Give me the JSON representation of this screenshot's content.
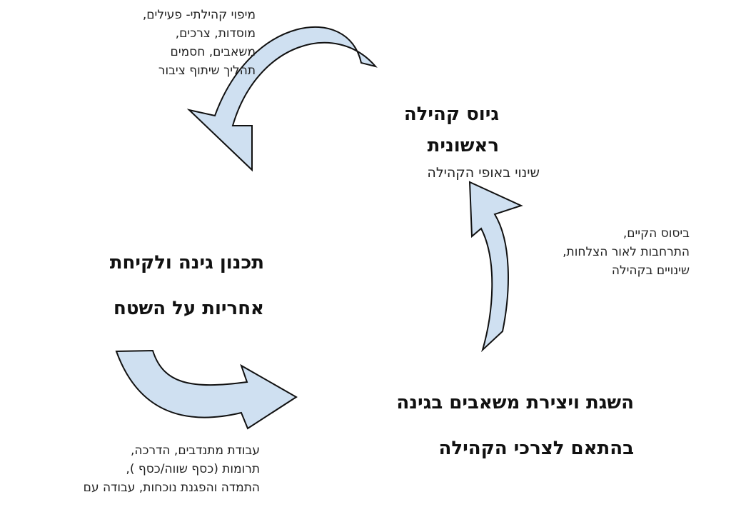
{
  "diagram": {
    "arrow_color": "#cfe0f1",
    "arrow_outline": "#111111",
    "text_color": "#111111",
    "stages": {
      "first": {
        "lines": [
          "גיוס קהילה",
          "ראשונית"
        ],
        "subtitle": "שינוי באופי הקהילה"
      },
      "planning": {
        "lines": [
          "תכנון גינה ולקיחת",
          "אחריות על השטח"
        ]
      },
      "resources": {
        "lines": [
          "השגת ויצירת משאבים בגינה",
          "בהתאם לצרכי הקהילה"
        ]
      }
    },
    "notes": {
      "mapping": {
        "lines": [
          "מיפוי קהילתי- פעילים,",
          "מוסדות, צרכים,",
          "משאבים, חסמים",
          "תהליך שיתוף ציבור"
        ]
      },
      "consolidation": {
        "lines": [
          "ביסוס הקיים,",
          "התרחבות לאור הצלחות,",
          "שינויים בקהילה"
        ]
      },
      "volunteers": {
        "lines": [
          "עבודת מתנדבים, הדרכה,",
          "תרומות (כסף שווה/כסף ),",
          "התמדה והפגנת נוכחות, עבודה עם"
        ]
      }
    }
  }
}
